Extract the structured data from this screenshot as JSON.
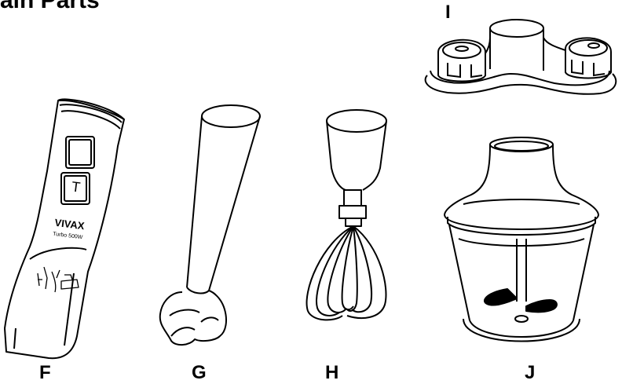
{
  "heading": "ain Parts",
  "parts": {
    "F": {
      "label": "F",
      "brand": "VIVAX",
      "model": "Turbo 500W",
      "button": "T"
    },
    "G": {
      "label": "G"
    },
    "H": {
      "label": "H"
    },
    "I": {
      "label": "I"
    },
    "J": {
      "label": "J"
    }
  }
}
